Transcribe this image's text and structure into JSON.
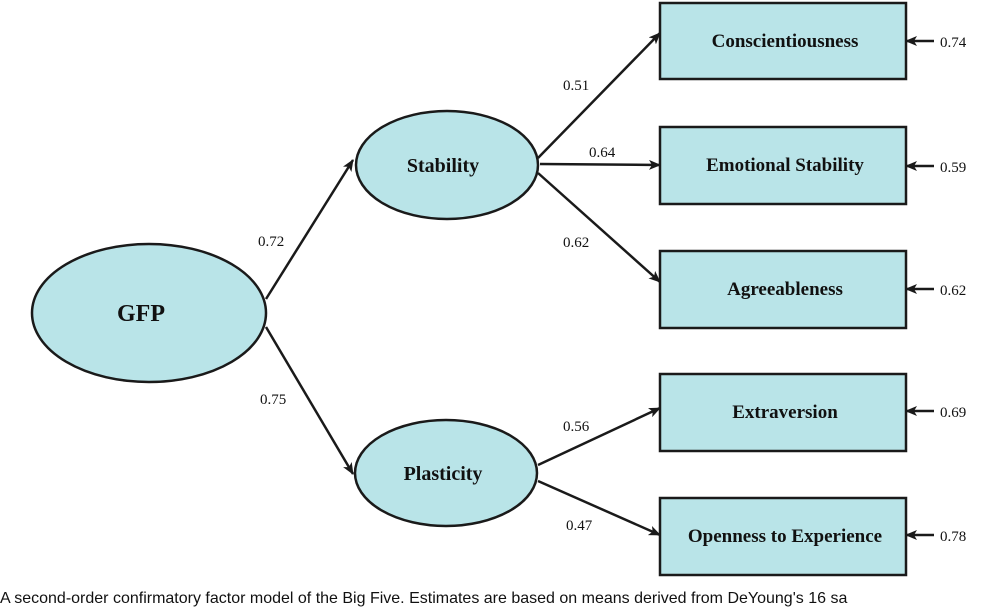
{
  "colors": {
    "fill": "#b9e4e8",
    "stroke": "#1a1a1a"
  },
  "nodes": {
    "gfp": "GFP",
    "stability": "Stability",
    "plasticity": "Plasticity"
  },
  "indicators": {
    "conscientiousness": "Conscientiousness",
    "emotional_stability": "Emotional Stability",
    "agreeableness": "Agreeableness",
    "extraversion": "Extraversion",
    "openness": "Openness to Experience"
  },
  "loadings": {
    "gfp_stability": "0.72",
    "gfp_plasticity": "0.75",
    "stability_conscientiousness": "0.51",
    "stability_emotional_stability": "0.64",
    "stability_agreeableness": "0.62",
    "plasticity_extraversion": "0.56",
    "plasticity_openness": "0.47"
  },
  "residuals": {
    "conscientiousness": "0.74",
    "emotional_stability": "0.59",
    "agreeableness": "0.62",
    "extraversion": "0.69",
    "openness": "0.78"
  },
  "caption": "A second-order confirmatory factor model of the Big Five. Estimates are based on means derived from DeYoung's 16 sa"
}
